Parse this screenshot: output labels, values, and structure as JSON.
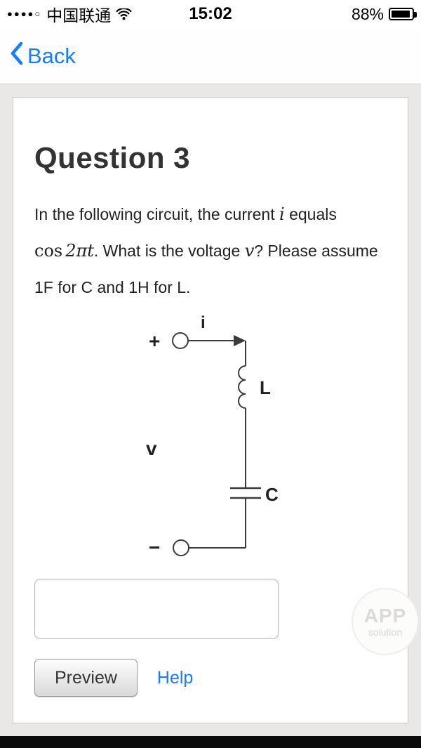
{
  "colors": {
    "ios_blue": "#157efb",
    "page_bg": "#e9e8e6",
    "text_dark": "#333333"
  },
  "status_bar": {
    "signal_dots": "●●●●○",
    "carrier": "中国联通",
    "time": "15:02",
    "battery_percent": "88%"
  },
  "nav": {
    "back_label": "Back"
  },
  "question": {
    "title": "Question 3",
    "t1": "In the following circuit, the current ",
    "m1": "i",
    "t2": " equals ",
    "m2_fn": "cos",
    "m2_arg": "2πt",
    "t3": ". What is the voltage ",
    "m3": "v",
    "t4": "? Please assume 1F for C and 1H for L.",
    "answer_value": ""
  },
  "circuit": {
    "plus": "+",
    "minus": "−",
    "current_label": "i",
    "inductor_label": "L",
    "capacitor_label": "C",
    "voltage_label": "v"
  },
  "actions": {
    "preview_label": "Preview",
    "help_label": "Help"
  },
  "watermark": {
    "line1": "APP",
    "line2": "solution"
  }
}
